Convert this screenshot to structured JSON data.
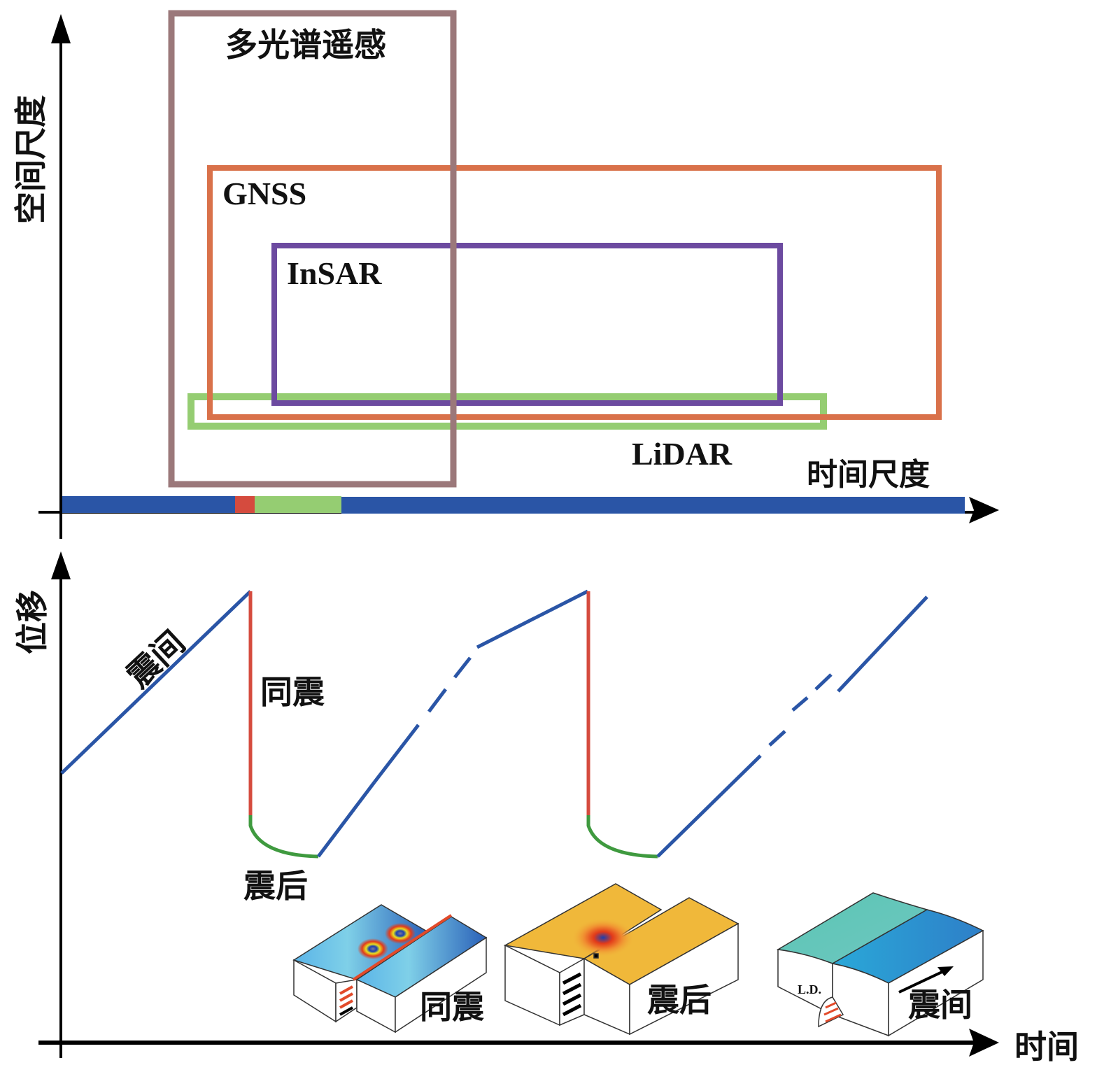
{
  "top_panel": {
    "y_axis_label": "空间尺度",
    "x_axis_label": "时间尺度",
    "boxes": [
      {
        "id": "multispectral",
        "label": "多光谱遥感",
        "color": "#9b787a"
      },
      {
        "id": "gnss",
        "label": "GNSS",
        "color": "#d9714a"
      },
      {
        "id": "insar",
        "label": "InSAR",
        "color": "#6c4aa0"
      },
      {
        "id": "lidar",
        "label": "LiDAR",
        "color": "#95cd72"
      }
    ],
    "timeline_bar": {
      "segments": [
        {
          "phase": "interseismic",
          "color": "#2a55a6"
        },
        {
          "phase": "coseismic",
          "color": "#d54b3e"
        },
        {
          "phase": "postseismic",
          "color": "#95cd72"
        },
        {
          "phase": "interseismic",
          "color": "#2a55a6"
        }
      ]
    }
  },
  "bottom_panel": {
    "y_axis_label": "位移",
    "x_axis_label": "时间",
    "curve_labels": {
      "interseismic": "震间",
      "coseismic": "同震",
      "postseismic": "震后"
    },
    "colors": {
      "interseismic": "#2a55a6",
      "coseismic": "#d54b3e",
      "postseismic": "#3f9a3f"
    },
    "block_diagrams": [
      {
        "id": "coseismic-block",
        "label": "同震"
      },
      {
        "id": "postseismic-block",
        "label": "震后"
      },
      {
        "id": "interseismic-block",
        "label": "震间",
        "annotation": "L.D."
      }
    ]
  }
}
